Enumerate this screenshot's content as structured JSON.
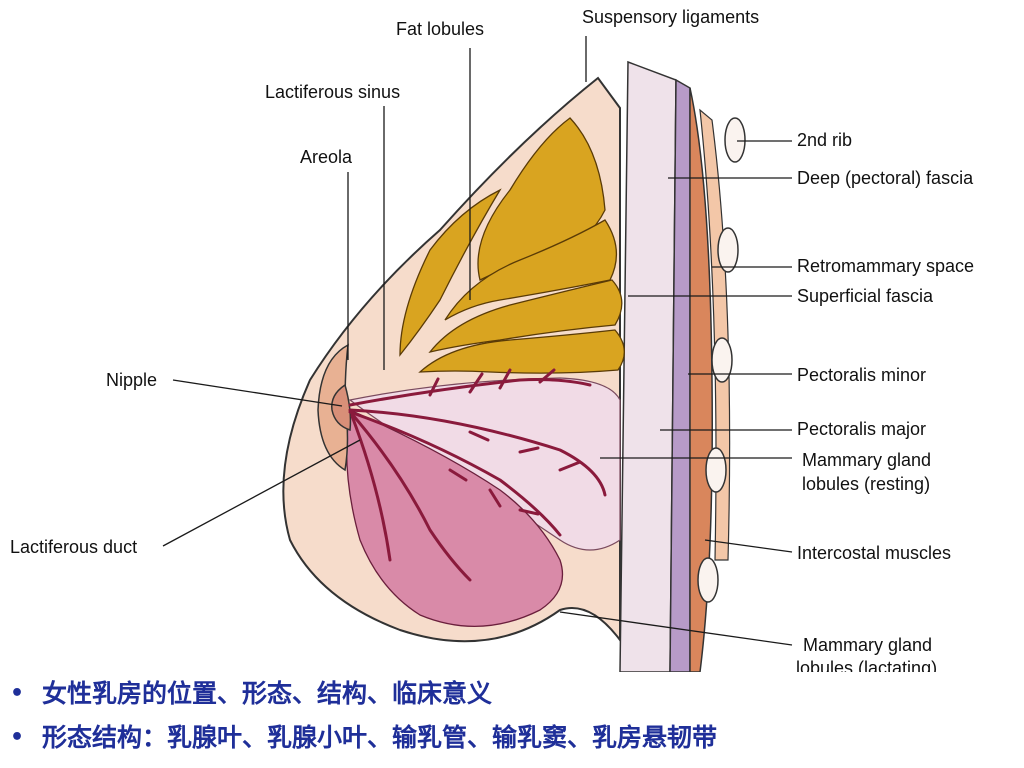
{
  "labels": {
    "fat_lobules": "Fat lobules",
    "suspensory_ligaments": "Suspensory ligaments",
    "lactiferous_sinus": "Lactiferous sinus",
    "areola": "Areola",
    "nipple": "Nipple",
    "lactiferous_duct": "Lactiferous duct",
    "second_rib": "2nd rib",
    "deep_pectoral_fascia": "Deep (pectoral) fascia",
    "retromammary_space": "Retromammary space",
    "superficial_fascia": "Superficial fascia",
    "pectoralis_minor": "Pectoralis minor",
    "pectoralis_major": "Pectoralis major",
    "mammary_resting_1": "Mammary gland",
    "mammary_resting_2": "lobules (resting)",
    "intercostal_muscles": "Intercostal muscles",
    "mammary_lactating_1": "Mammary gland",
    "mammary_lactating_2": "lobules (lactating)"
  },
  "bullets": [
    "女性乳房的位置、形态、结构、临床意义",
    "形态结构：乳腺叶、乳腺小叶、输乳管、输乳窦、乳房悬韧带"
  ],
  "bullet_symbol": "•",
  "colors": {
    "skin": "#f6dccb",
    "fat": "#d9a420",
    "gland_lactating": "#d98aa8",
    "gland_resting": "#f1dbe6",
    "duct": "#8a1a3c",
    "muscle": "#d9865c",
    "bullet_text": "#1f2f99"
  }
}
